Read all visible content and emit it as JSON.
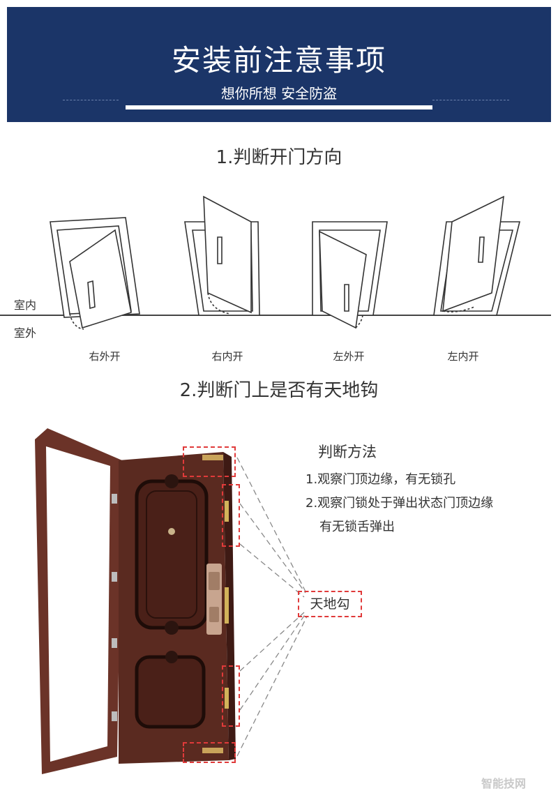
{
  "banner": {
    "title": "安装前注意事项",
    "subtitle": "想你所想 安全防盗"
  },
  "section1": {
    "title": "1.判断开门方向",
    "indoor_label": "室内",
    "outdoor_label": "室外",
    "doors": [
      {
        "caption": "右外开"
      },
      {
        "caption": "右内开"
      },
      {
        "caption": "左外开"
      },
      {
        "caption": "左内开"
      }
    ]
  },
  "section2": {
    "title": "2.判断门上是否有天地钩",
    "method_title": "判断方法",
    "method_line1": "1.观察门顶边缘，有无锁孔",
    "method_line2": "2.观察门锁处于弹出状态门顶边缘",
    "method_line3": "有无锁舌弹出",
    "hook_label": "天地勾"
  },
  "watermark": "智能技网",
  "colors": {
    "banner": "#1b3568",
    "door_wood": "#5a2a20",
    "highlight": "#e03a3a"
  }
}
